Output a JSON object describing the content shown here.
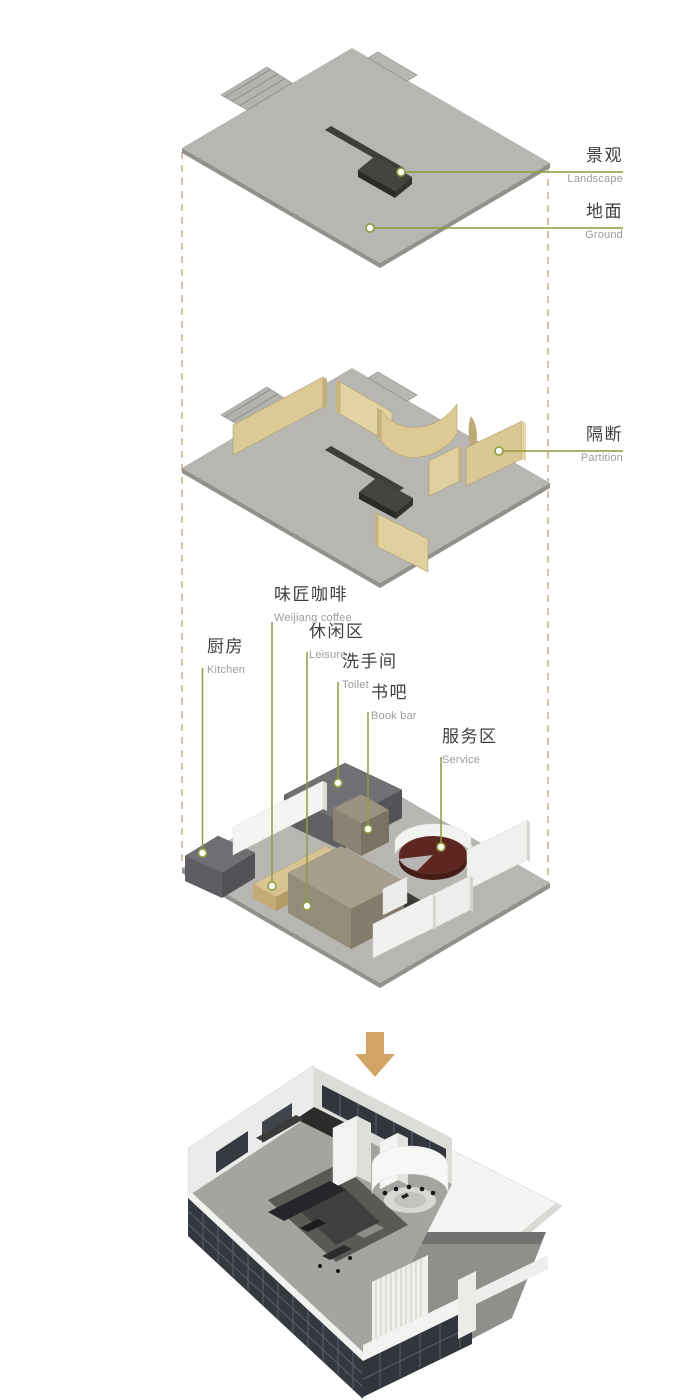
{
  "page": {
    "description": "Exploded axonometric concept diagram of a coffee shop: ground layer, partition layer, functional zones layer, and final rendered model",
    "background": "#ffffff"
  },
  "labels": {
    "landscape": {
      "zh": "景观",
      "en": "Landscape"
    },
    "ground": {
      "zh": "地面",
      "en": "Ground"
    },
    "partition": {
      "zh": "隔断",
      "en": "Partition"
    },
    "weijiang_coffee": {
      "zh": "味匠咖啡",
      "en": "Weijiang coffee"
    },
    "kitchen": {
      "zh": "厨房",
      "en": "Kitchen"
    },
    "leisure": {
      "zh": "休闲区",
      "en": "Leisure"
    },
    "toilet": {
      "zh": "洗手间",
      "en": "Toilet"
    },
    "book_bar": {
      "zh": "书吧",
      "en": "Book bar"
    },
    "service": {
      "zh": "服务区",
      "en": "Service"
    }
  },
  "layers": [
    {
      "id": "ground-layer",
      "callouts": [
        "landscape",
        "ground"
      ]
    },
    {
      "id": "partition-layer",
      "callouts": [
        "partition"
      ]
    },
    {
      "id": "zones-layer",
      "callouts": [
        "weijiang_coffee",
        "kitchen",
        "leisure",
        "toilet",
        "book_bar",
        "service"
      ]
    },
    {
      "id": "final-render",
      "callouts": []
    }
  ],
  "icons": {
    "down_arrow": "down-arrow-icon"
  },
  "colors": {
    "leader_line": "#8f9c3e",
    "leader_dot_fill": "#ffffff",
    "dashed_guide": "#c8b592",
    "slab_gray": "#b7b6b2",
    "slab_edge": "#92918c",
    "partition_tan": "#dcca96",
    "dark_path": "#3e3e39",
    "block_dark_gray": "#6f7074",
    "block_khaki": "#a79e8e",
    "block_tan": "#d5c28e",
    "block_taupe": "#9a9180",
    "service_maroon": "#5e2621",
    "white_wall": "#f2f2f0",
    "arrow_tan": "#d2a466",
    "render_glazing": "#343940",
    "render_shadow": "#8f8f8c",
    "label_zh_text": "#3f3f3f",
    "label_en_text": "#9b9b9b"
  }
}
